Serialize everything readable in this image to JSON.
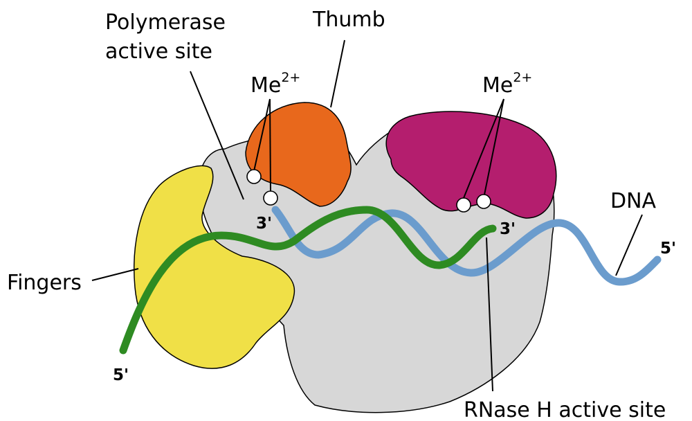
{
  "colors": {
    "body": "#d7d7d7",
    "fingers": "#f0e047",
    "thumb": "#e8681c",
    "rnase_h": "#b41e6e",
    "strand_green": "#2e8b22",
    "strand_blue": "#6b9ccd"
  },
  "labels": {
    "polymerase_line1": "Polymerase",
    "polymerase_line2": "active site",
    "thumb": "Thumb",
    "metal_left": "Me",
    "metal_right": "Me",
    "metal_superscript": "2+",
    "dna": "DNA",
    "fingers": "Fingers",
    "rnase_h_site": "RNase H active site",
    "three_prime_left": "3'",
    "three_prime_right": "3'",
    "five_prime_right": "5'",
    "five_prime_bottom": "5'"
  }
}
